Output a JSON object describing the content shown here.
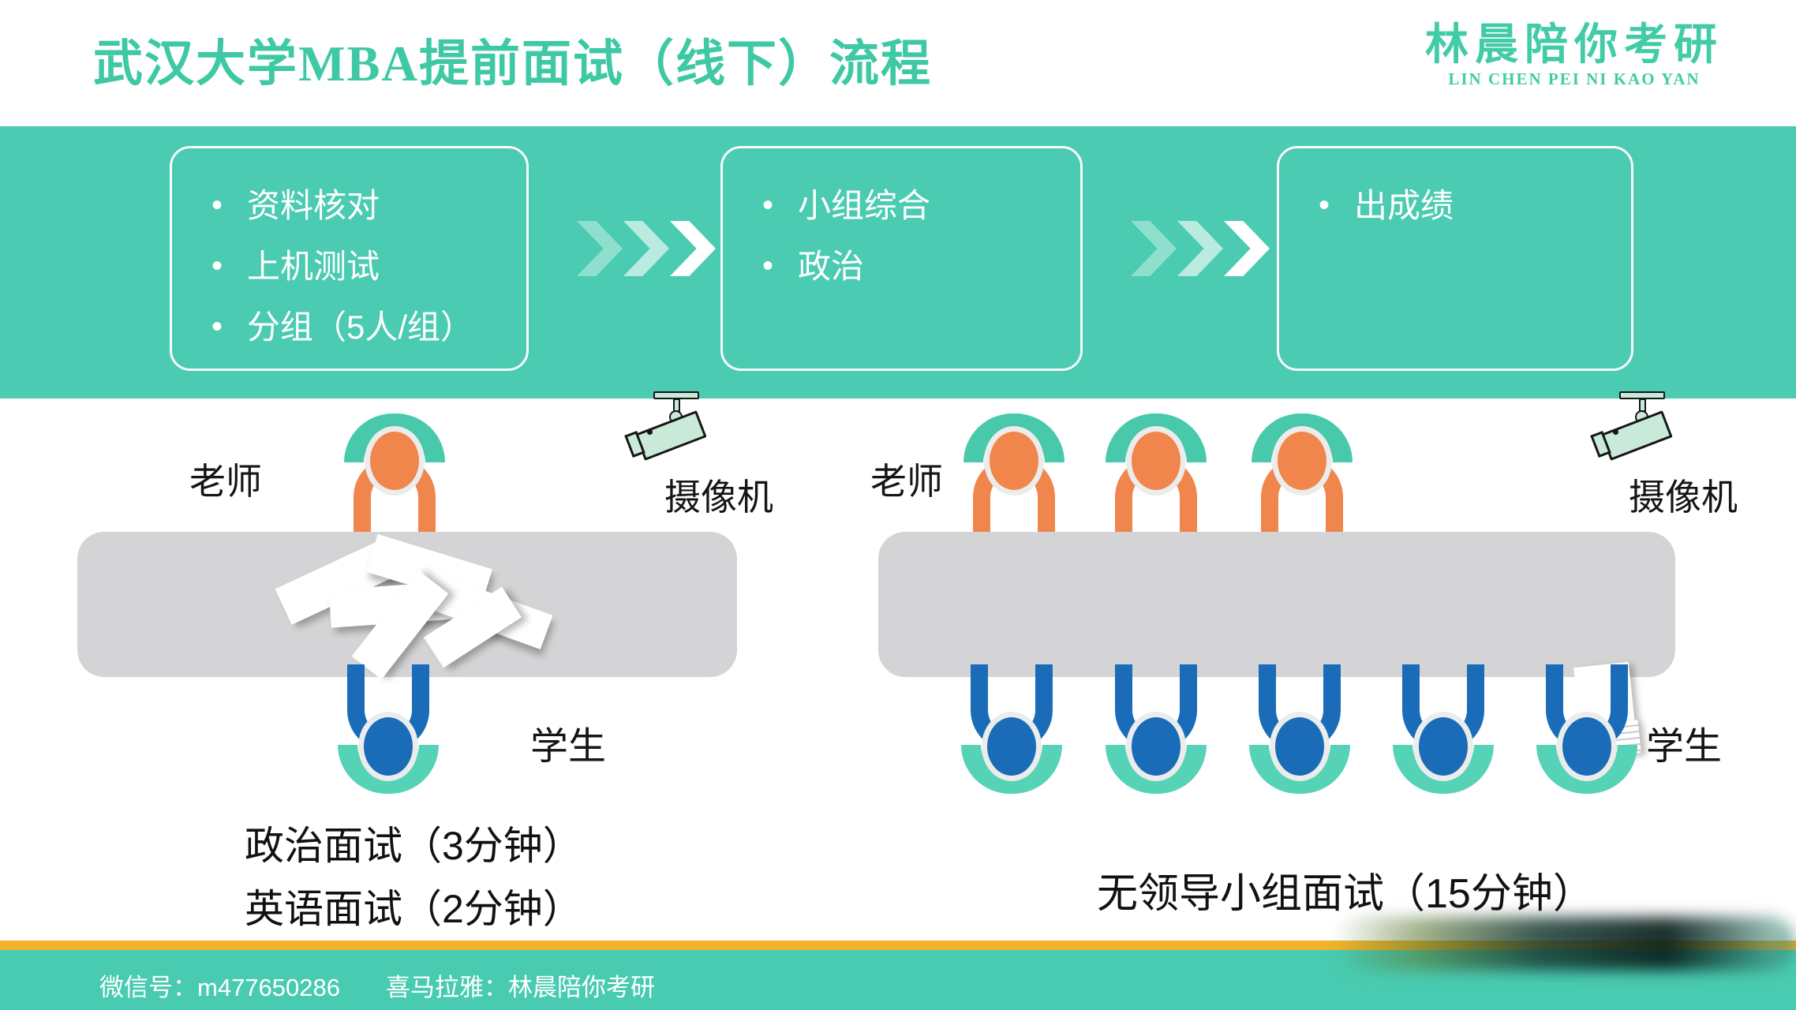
{
  "header": {
    "title": "武汉大学MBA提前面试（线下）流程",
    "logo_cn": "林晨陪你考研",
    "logo_en": "LIN CHEN PEI NI KAO YAN"
  },
  "flow": {
    "steps": [
      {
        "bullets": [
          "资料核对",
          "上机测试",
          "分组（5人/组）"
        ]
      },
      {
        "bullets": [
          "小组综合",
          "政治"
        ]
      },
      {
        "bullets": [
          "出成绩"
        ]
      }
    ]
  },
  "left_scene": {
    "teacher_label": "老师",
    "camera_label": "摄像机",
    "student_label": "学生",
    "captions": [
      "政治面试（3分钟）",
      "英语面试（2分钟）"
    ]
  },
  "right_scene": {
    "teacher_label": "老师",
    "camera_label": "摄像机",
    "student_label": "学生",
    "caption": "无领导小组面试（15分钟）"
  },
  "footer": {
    "wechat": "微信号：m477650286",
    "ximalaya": "喜马拉雅：林晨陪你考研"
  },
  "colors": {
    "band_teal": "#4bcbb1",
    "title_teal": "#3ec9a4",
    "teacher_orange": "#f0864c",
    "student_blue": "#1a6cb8",
    "chair_mint": "#56d3b6",
    "table_gray": "#d4d4d6",
    "camera_mint": "#c9ead9",
    "footer_gold": "#f0b32a"
  }
}
